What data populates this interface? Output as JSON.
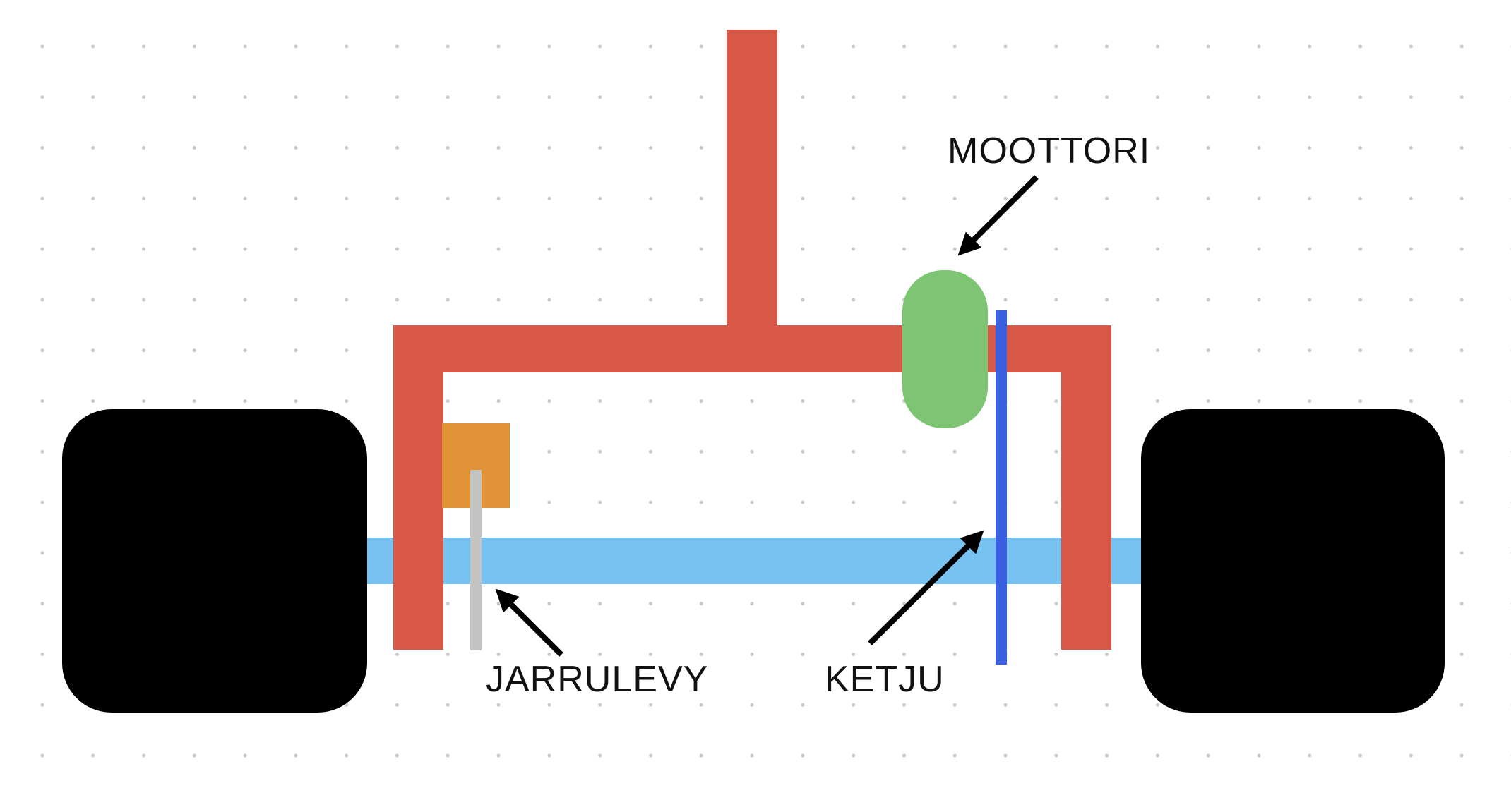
{
  "labels": {
    "motor": "MOOTTORI",
    "brake_disc": "JARRULEVY",
    "chain": "KETJU"
  },
  "colors": {
    "background": "#ffffff",
    "grid_dot": "#c9c9c9",
    "frame": "#d85847",
    "axle": "#77c2f0",
    "wheel": "#000000",
    "motor": "#7dc473",
    "brake_caliper": "#e09237",
    "brake_disc": "#c3c3c3",
    "chain": "#3a5fe0",
    "arrow": "#000000"
  }
}
